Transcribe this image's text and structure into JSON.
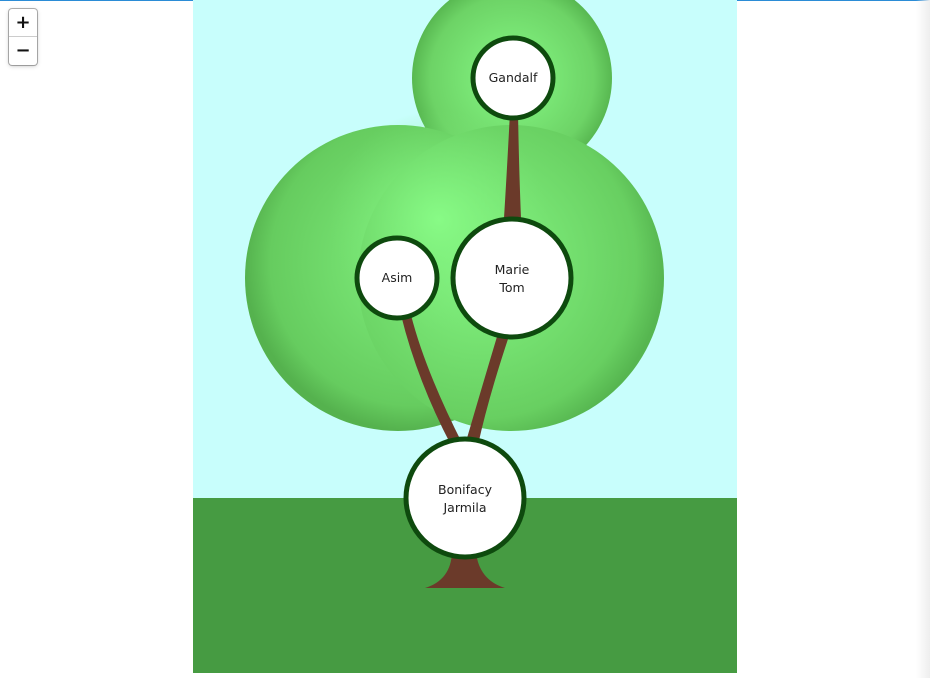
{
  "zoom": {
    "in_label": "+",
    "out_label": "−"
  },
  "colors": {
    "sky": "#c8fefc",
    "ground": "#469b42",
    "foliage_light": "#86f985",
    "foliage_dark": "#5fbf56",
    "trunk": "#6b3a2a",
    "node_border": "#0e4a0e",
    "node_fill": "#ffffff",
    "text": "#222222"
  },
  "tree": {
    "nodes": [
      {
        "id": "gandalf",
        "lines": [
          "Gandalf"
        ]
      },
      {
        "id": "asim",
        "lines": [
          "Asim"
        ]
      },
      {
        "id": "marie-tom",
        "lines": [
          "Marie",
          "Tom"
        ]
      },
      {
        "id": "bonifacy-jarmila",
        "lines": [
          "Bonifacy",
          "Jarmila"
        ]
      }
    ]
  }
}
